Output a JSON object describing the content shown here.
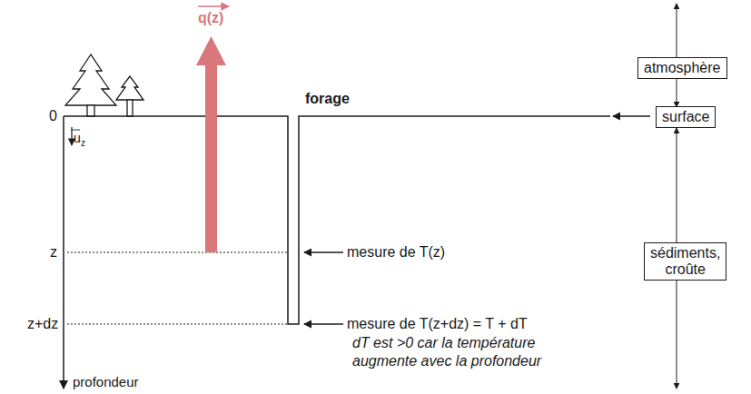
{
  "diagram": {
    "nodes": [
      {
        "text": [
          "atmosphère"
        ]
      },
      {
        "text": [
          "surface"
        ]
      },
      {
        "text": [
          "sédiments, croûte"
        ]
      }
    ],
    "labels": [
      "q(z)",
      "0",
      "forage",
      "u",
      "z",
      "z",
      "z+dz",
      "profondeur",
      "mesure de T(z)",
      "mesure de T(z+dz) = T + dT",
      "dT est >0 car la température augmente avec la profondeur"
    ]
  }
}
